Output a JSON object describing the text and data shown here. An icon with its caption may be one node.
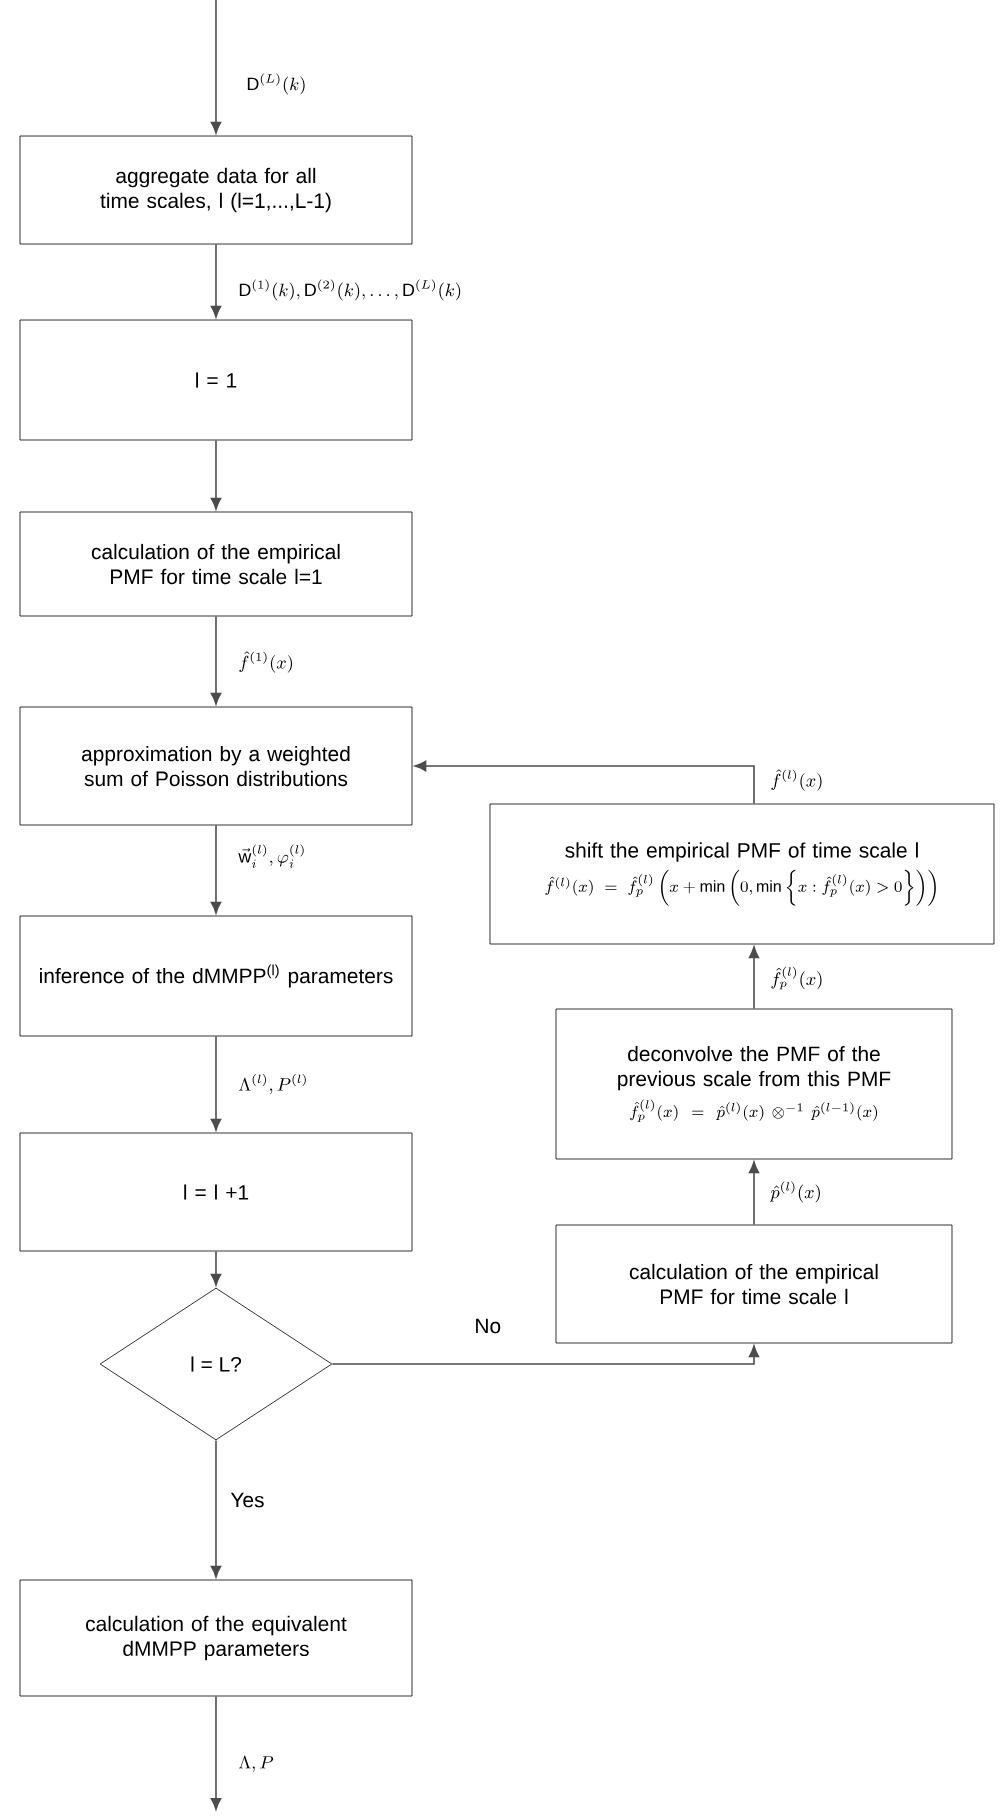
{
  "diagram": {
    "nodes": [
      {
        "text": [
          "aggregate data for all time scales, l (l=1,...,L-1)"
        ]
      },
      {
        "text": [
          "l = 1"
        ]
      },
      {
        "text": [
          "calculation of the empirical PMF for time scale l=1"
        ]
      },
      {
        "text": [
          "approximation by a weighted sum of Poisson distributions"
        ]
      },
      {
        "text": [
          "inference of the dMMPP$^{(l)}$ parameters"
        ]
      },
      {
        "text": [
          "l = l +1"
        ]
      },
      {
        "text": [
          "l = L?"
        ]
      },
      {
        "text": [
          "calculation of the equivalent dMMPP parameters"
        ]
      },
      {
        "text": [
          "shift the empirical PMF of time scale l",
          "\\hat{f}^{(l)}(x)=\\hat{f}_p^{(l)}\\left(x+\\min\\left(0,\\min\\left\\{x:\\hat{f}_p^{(l)}(x)>0\\right\\}\\right)\\right)"
        ]
      },
      {
        "text": [
          "deconvolve the PMF of the previous scale from this PMF",
          "\\hat{f}_p^{(l)}(x)=\\hat{p}^{(l)}(x)\\otimes^{-1}\\hat{p}^{(l-1)}(x)"
        ]
      },
      {
        "text": [
          "calculation of the empirical PMF for time scale l"
        ]
      }
    ],
    "edges": [
      {
        "from": null,
        "to": 0,
        "arrow": "to",
        "label": "\\mathrm{D}^{(L)}(k)"
      },
      {
        "from": 0,
        "to": 1,
        "arrow": "to",
        "label": "\\mathrm{D}^{(1)}(k),\\mathrm{D}^{(2)}(k),\\ldots,\\mathrm{D}^{(L)}(k)"
      },
      {
        "from": 1,
        "to": 2,
        "arrow": "to"
      },
      {
        "from": 2,
        "to": 3,
        "arrow": "to",
        "label": "\\hat{f}^{(1)}(x)"
      },
      {
        "from": 3,
        "to": 4,
        "arrow": "to",
        "label": "\\vec{\\mathrm{w}}_i^{(l)},\\varphi_i^{(l)}"
      },
      {
        "from": 4,
        "to": 5,
        "arrow": "to",
        "label": "\\Lambda^{(l)},P^{(l)}"
      },
      {
        "from": 5,
        "to": 6,
        "arrow": "to"
      },
      {
        "from": 6,
        "to": 10,
        "arrow": "to",
        "label": "No"
      },
      {
        "from": 10,
        "to": 9,
        "arrow": "to",
        "label": "\\hat{p}^{(l)}(x)"
      },
      {
        "from": 9,
        "to": 8,
        "arrow": "to",
        "label": "\\hat{f}_p^{(l)}(x)"
      },
      {
        "from": 8,
        "to": 3,
        "arrow": "to",
        "label": "\\hat{f}^{(l)}(x)"
      },
      {
        "from": 6,
        "to": 7,
        "arrow": "to",
        "label": "Yes"
      },
      {
        "from": 7,
        "to": null,
        "arrow": "to",
        "label": "\\Lambda,P"
      }
    ]
  }
}
